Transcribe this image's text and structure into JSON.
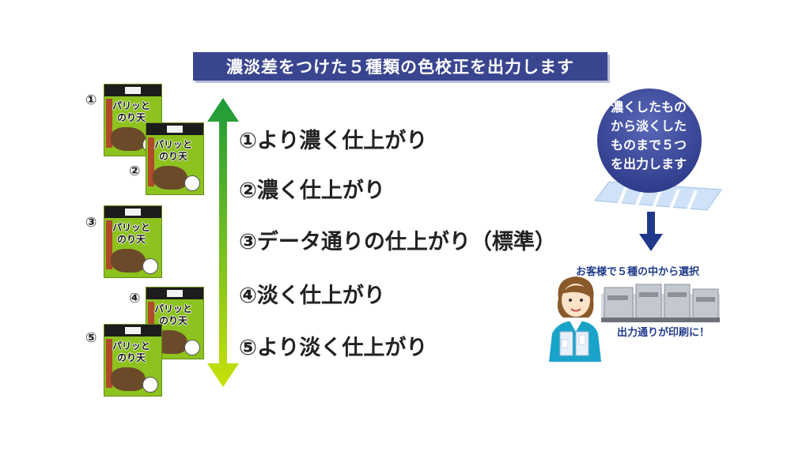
{
  "title": "濃淡差をつけた５種類の色校正を出力します",
  "packages": [
    {
      "num": "①",
      "brand": "パリッと\nのり天"
    },
    {
      "num": "②",
      "brand": "パリッと\nのり天"
    },
    {
      "num": "③",
      "brand": "パリッと\nのり天"
    },
    {
      "num": "④",
      "brand": "パリッと\nのり天"
    },
    {
      "num": "⑤",
      "brand": "パリッと\nのり天"
    }
  ],
  "levels": [
    "①より濃く仕上がり",
    "②濃く仕上がり",
    "③データ通りの仕上がり（標準）",
    "④淡く仕上がり",
    "⑤より淡く仕上がり"
  ],
  "bubble_text": "濃くしたもの\nから淡くした\nものまで５つ\nを出力します",
  "choose_text": "お客様で５種の中から選択",
  "press_text": "出力通りが印刷に！",
  "colors": {
    "banner": "#3a4590",
    "arrow_top": "#1e9a3a",
    "arrow_bottom": "#c8e10a",
    "bubble": "#3c4a9c",
    "accent_text": "#1f3a8a"
  }
}
